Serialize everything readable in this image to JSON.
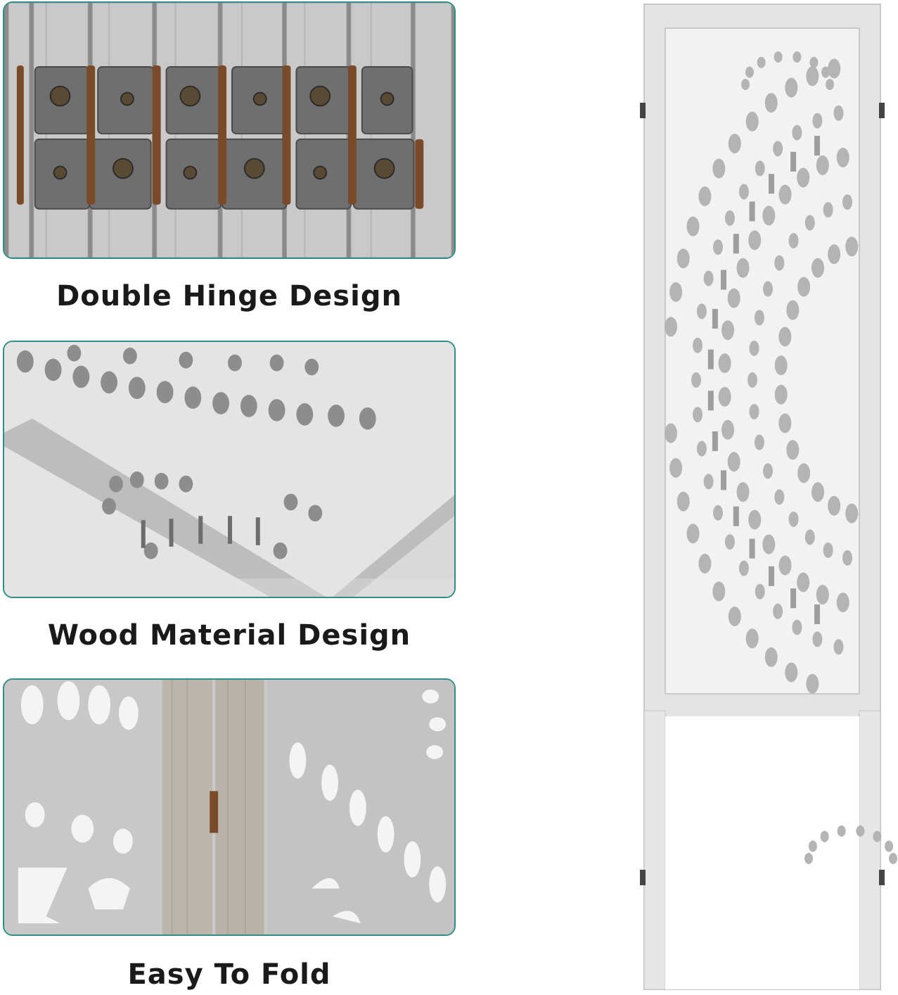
{
  "features": [
    {
      "caption": "Double Hinge Design",
      "icon": "double-hinge-photo"
    },
    {
      "caption": "Wood Material Design",
      "icon": "wood-carving-photo"
    },
    {
      "caption": "Easy To Fold",
      "icon": "folding-panel-photo"
    }
  ],
  "product": {
    "icon": "carved-room-divider-panel"
  },
  "colors": {
    "frame_border": "#2f8f86",
    "wood_grey": "#bdbdbd",
    "panel_white": "#ececec",
    "hinge_bronze": "#7a4b2a"
  }
}
